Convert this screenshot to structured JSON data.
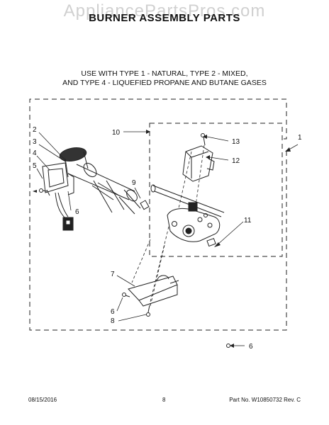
{
  "watermark": "AppliancePartsPros.com",
  "title": "BURNER ASSEMBLY PARTS",
  "subtitle_line1": "USE WITH TYPE 1 - NATURAL, TYPE 2 - MIXED,",
  "subtitle_line2": "AND TYPE 4 - LIQUEFIED PROPANE AND BUTANE GASES",
  "callouts": {
    "c1": "1",
    "c2": "2",
    "c3": "3",
    "c4": "4",
    "c5": "5",
    "c6a": "6",
    "c6b": "6",
    "c6c": "6",
    "c7": "7",
    "c8": "8",
    "c9": "9",
    "c10": "10",
    "c11": "11",
    "c12": "12",
    "c13": "13"
  },
  "footer": {
    "date": "08/15/2016",
    "page": "8",
    "part": "Part No.  W10850732  Rev.  C"
  }
}
